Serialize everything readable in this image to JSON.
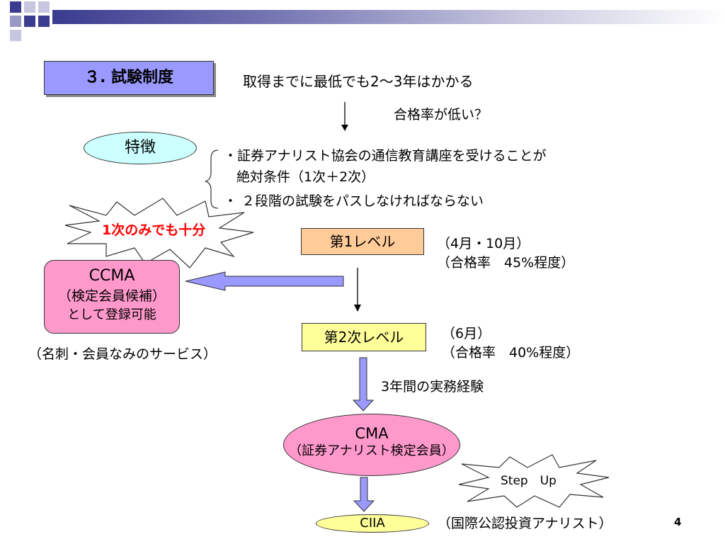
{
  "title": "３. 試験制度",
  "top_note": "取得までに最低でも2～3年はかかる",
  "pass_rate_note": "合格率が低い？",
  "feature_label": "特徴",
  "features": {
    "line1": "・証券アナリスト協会の通信教育講座を受けることが",
    "line2": "絶対条件（1次＋2次）",
    "line3": "・ ２段階の試験をパスしなければならない"
  },
  "burst_first_only": "1次のみでも十分",
  "level1": {
    "label": "第1レベル",
    "schedule": "（4月・10月）",
    "rate": "（合格率　45%程度）"
  },
  "ccma": {
    "line1": "CCMA",
    "line2": "（検定会員候補）",
    "line3": "として登録可能",
    "note": "（名刺・会員なみのサービス）"
  },
  "level2": {
    "label": "第2次レベル",
    "schedule": "（6月）",
    "rate": "（合格率　40%程度）"
  },
  "experience": "3年間の実務経験",
  "cma": {
    "line1": "CMA",
    "line2": "（証券アナリスト検定会員）"
  },
  "step_up": "Step　Up",
  "ciia": {
    "label": "CIIA",
    "note": "（国際公認投資アナリスト）"
  },
  "page_number": "4",
  "colors": {
    "title_bg": "#9999ff",
    "feature_bg": "#ccffff",
    "level1_bg": "#ffcc99",
    "level2_bg": "#ffff99",
    "ccma_bg": "#ff99cc",
    "cma_bg": "#ff99cc",
    "ciia_bg": "#ffff99",
    "burst_text": "#ff0000",
    "arrow_fill": "#9999ff"
  }
}
